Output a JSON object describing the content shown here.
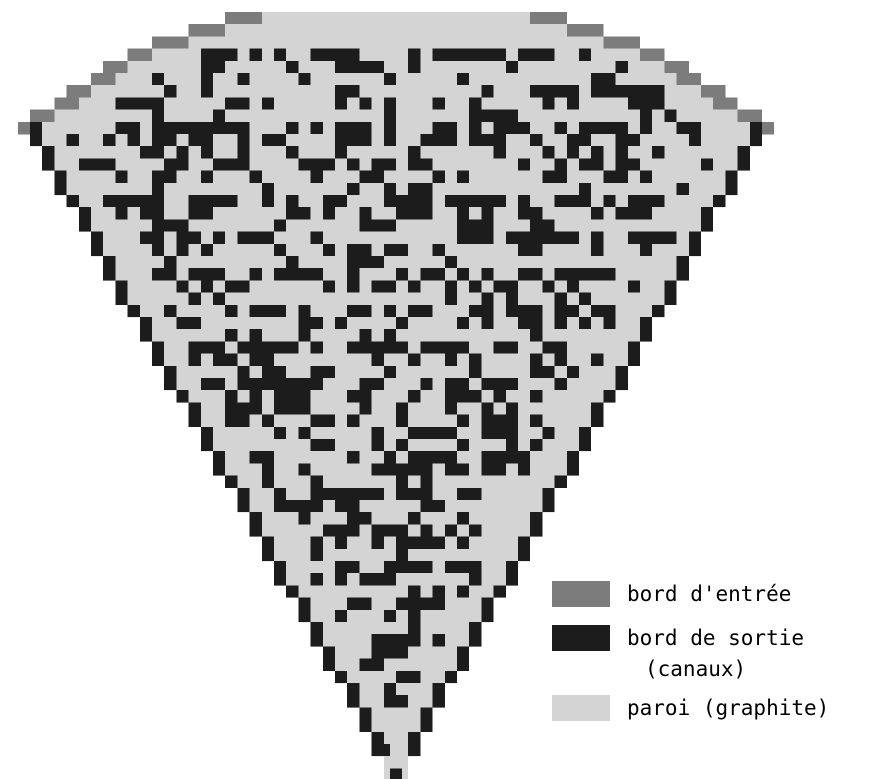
{
  "colors": {
    "entry_edge": "#7c7c7c",
    "exit_edge": "#1c1c1c",
    "wall": "#d4d4d4",
    "background": "#ffffff"
  },
  "legend": [
    {
      "key": "entry_edge",
      "label": "bord d'entrée"
    },
    {
      "key": "exit_edge",
      "label": "bord de sortie",
      "label2": "(canaux)"
    },
    {
      "key": "wall",
      "label": "paroi (graphite)"
    }
  ]
}
